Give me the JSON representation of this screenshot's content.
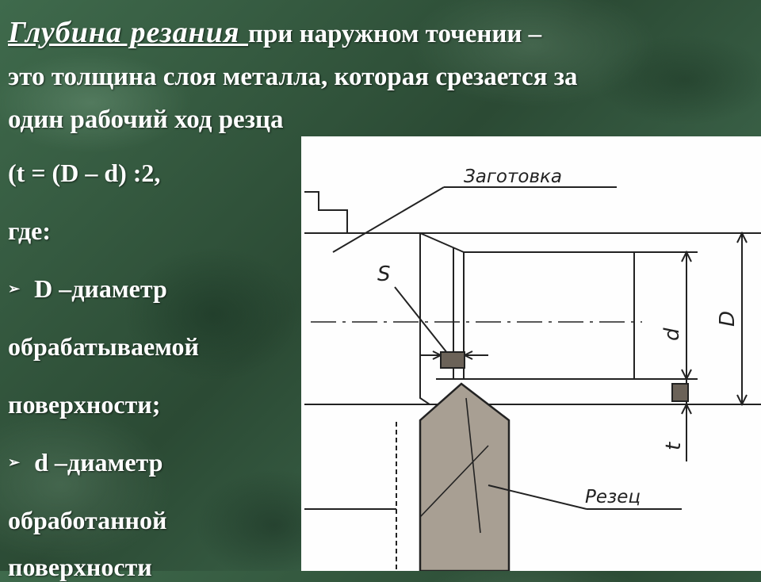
{
  "title": {
    "term": "Глубина резания ",
    "rest_line1": "при наружном точении –",
    "line2": "это толщина слоя металла, которая срезается за",
    "line3": "один рабочий ход резца"
  },
  "body": {
    "formula": "(t = (D – d) :2,",
    "where": "где:",
    "bullet_glyph": "➢",
    "bullet1_lines": [
      "D –диаметр",
      "обрабатываемой",
      "поверхности;"
    ],
    "bullet2_lines": [
      "d –диаметр",
      "обработанной",
      "поверхности"
    ]
  },
  "figure": {
    "label_workpiece": "Заготовка",
    "label_cutter": "Резец",
    "label_S": "S",
    "label_d": "d",
    "label_D": "D",
    "label_t": "t"
  },
  "colors": {
    "background": "#2e5038",
    "text": "#ffffff",
    "figure_bg": "#fefefe",
    "cutter_fill": "#a89f93",
    "line": "#222222"
  }
}
